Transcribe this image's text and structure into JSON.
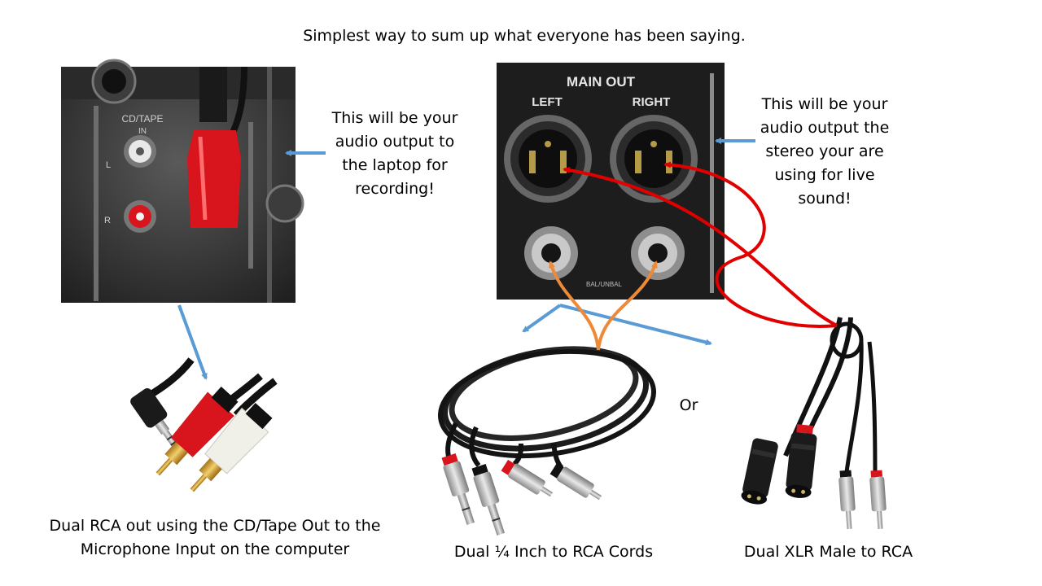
{
  "title": "Simplest way to sum up what everyone has been saying.",
  "notes": {
    "left": [
      "This will be your",
      "audio output to",
      "the laptop for",
      "recording!"
    ],
    "right": [
      "This will be your",
      "audio output the",
      "stereo your are",
      "using for live",
      "sound!"
    ]
  },
  "or_label": "Or",
  "captions": {
    "rca": [
      "Dual RCA out using the CD/Tape Out to the",
      "Microphone Input on the computer"
    ],
    "quarter": "Dual ¼ Inch to RCA Cords",
    "xlr": "Dual XLR Male to RCA"
  },
  "panel_left": {
    "section_label": "CD/TAPE",
    "sub_label": "IN",
    "ch_left": "L",
    "ch_right": "R"
  },
  "panel_right": {
    "header": "MAIN OUT",
    "left": "LEFT",
    "right": "RIGHT",
    "jack_label": "BAL/UNBAL"
  },
  "colors": {
    "pointer_arrow": "#5b9bd5",
    "xlr_route": "#e00000",
    "quarter_route": "#ed8937",
    "cable_red": "#d8141c"
  }
}
